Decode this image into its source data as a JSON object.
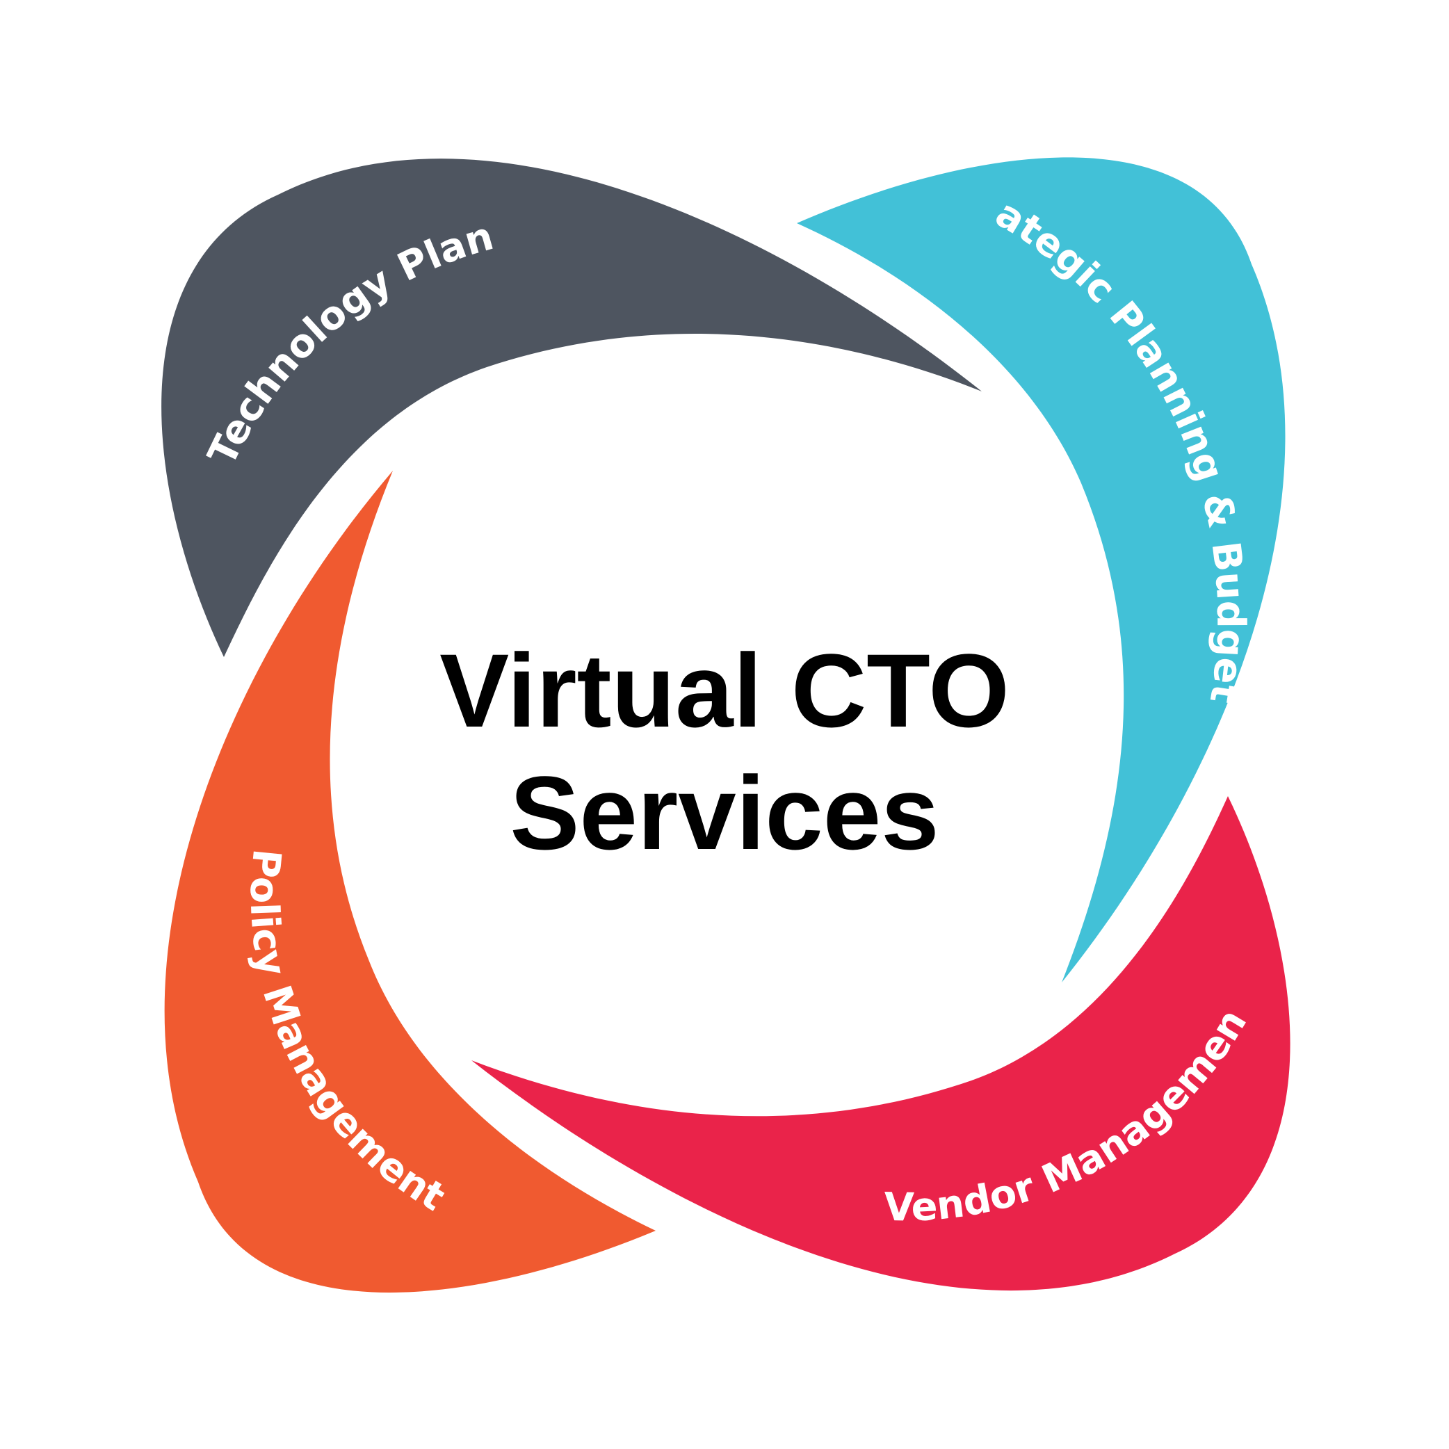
{
  "title": {
    "line1": "Virtual CTO",
    "line2": "Services"
  },
  "segments": [
    {
      "id": "technology-plan",
      "label": "Technology Plan",
      "color": "#4E5560"
    },
    {
      "id": "strategic-planning",
      "label": "Strategic Planning & Budgeting",
      "color": "#42C1D7"
    },
    {
      "id": "vendor-management",
      "label": "Vendor Management",
      "color": "#EA234A"
    },
    {
      "id": "policy-management",
      "label": "Policy Management",
      "color": "#F05A30"
    }
  ]
}
